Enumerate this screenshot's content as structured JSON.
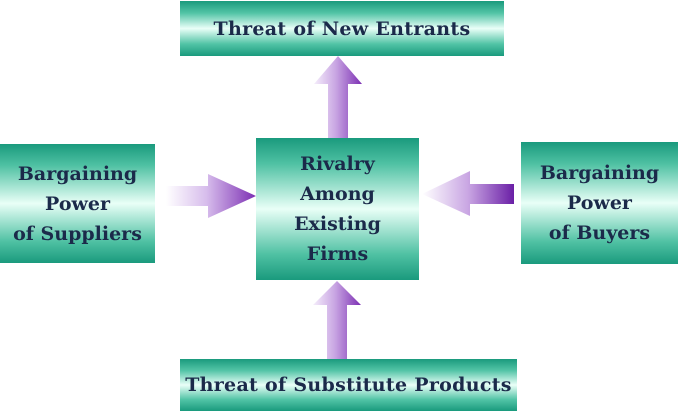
{
  "diagram": {
    "top": {
      "label": "Threat of New Entrants"
    },
    "bottom": {
      "label": "Threat of Substitute Products"
    },
    "left": {
      "lines": [
        "Bargaining",
        "Power",
        "of Suppliers"
      ]
    },
    "right": {
      "lines": [
        "Bargaining",
        "Power",
        "of Buyers"
      ]
    },
    "center": {
      "lines": [
        "Rivalry",
        "Among",
        "Existing",
        "Firms"
      ]
    }
  },
  "colors": {
    "box_edge": "#1a9a7d",
    "box_center": "#eafff8",
    "arrow_dark": "#7c2fb3",
    "arrow_light": "#f5eefb",
    "text": "#1b2a4a"
  }
}
